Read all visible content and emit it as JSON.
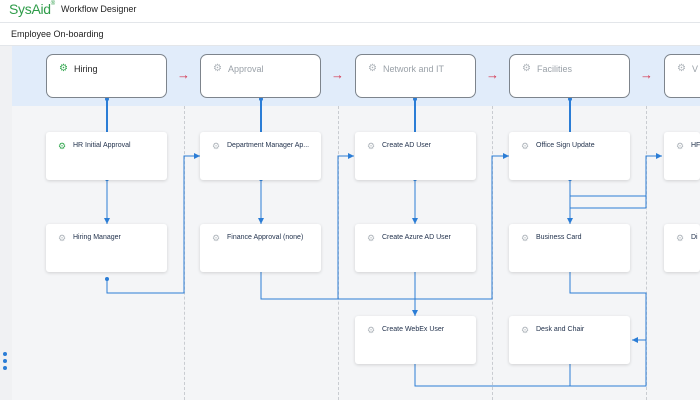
{
  "brand": {
    "logo": "SysAid",
    "mark": "®"
  },
  "header": {
    "app_title": "Workflow Designer"
  },
  "workflow": {
    "name": "Employee On-boarding"
  },
  "colors": {
    "accent": "#2b7dd6",
    "brand_green": "#2e9c49",
    "stage_arrow": "#d4304a"
  },
  "icons": {
    "stage": "gear-icon",
    "task": "gear-icon",
    "stage_separator": "arrow-right-icon",
    "side_handle": "more-vertical-icon"
  },
  "stages": [
    {
      "label": "Hiring"
    },
    {
      "label": "Approval"
    },
    {
      "label": "Network and IT"
    },
    {
      "label": "Facilities"
    },
    {
      "label": "V"
    }
  ],
  "tasks": {
    "hr_initial_approval": "HR Initial Approval",
    "hiring_manager": "Hiring Manager",
    "department_manager_approval": "Department Manager Ap...",
    "finance_approval": "Finance Approval (none)",
    "create_ad_user": "Create AD User",
    "create_azure_ad_user": "Create Azure AD User",
    "create_webex_user": "Create WebEx User",
    "office_sign_update": "Office Sign Update",
    "business_card": "Business Card",
    "desk_and_chair": "Desk and Chair",
    "next_col_top": "HF",
    "next_col_mid": "Di"
  }
}
